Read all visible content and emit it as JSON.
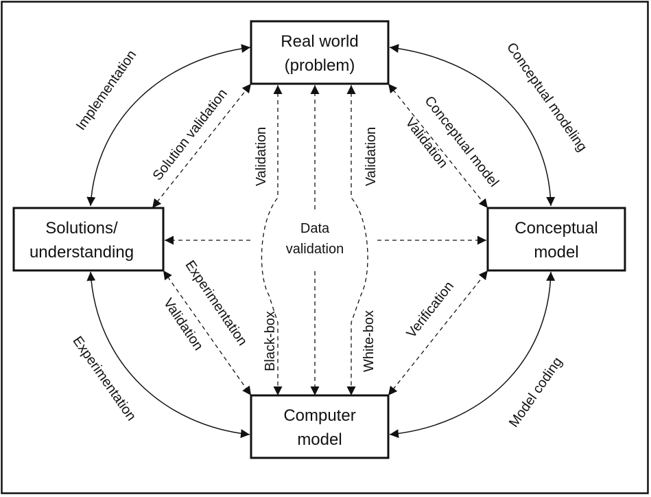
{
  "nodes": {
    "real_world": {
      "lines": [
        "Real world",
        "(problem)"
      ]
    },
    "solutions": {
      "lines": [
        "Solutions/",
        "understanding"
      ]
    },
    "conceptual": {
      "lines": [
        "Conceptual",
        "model"
      ]
    },
    "computer": {
      "lines": [
        "Computer",
        "model"
      ]
    }
  },
  "labels": {
    "implementation": "Implementation",
    "conceptual_modeling": "Conceptual modeling",
    "experimentation_outer": "Experimentation",
    "model_coding": "Model coding",
    "solution_validation": "Solution validation",
    "conceptual_model": "Conceptual model",
    "conceptual_validation": "Validation",
    "experimentation_inner": "Experimentation",
    "experimentation_validation": "Validation",
    "verification": "Verification",
    "validation_left": "Validation",
    "validation_right": "Validation",
    "black_box": "Black-box",
    "white_box": "White-box",
    "data_line1": "Data",
    "data_line2": "validation"
  },
  "colors": {
    "stroke": "#111111",
    "background": "#ffffff"
  }
}
